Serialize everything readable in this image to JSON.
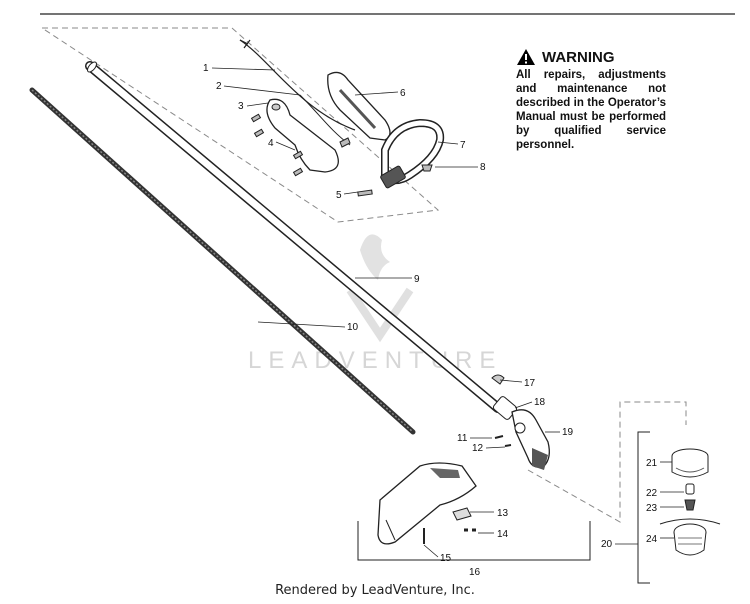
{
  "warning": {
    "title": "WARNING",
    "body": "All repairs, adjustments and maintenance not described in the Operator’s Manual must be performed by qualified service personnel."
  },
  "watermark": "LEADVENTURE",
  "footer": "Rendered by LeadVenture, Inc.",
  "callouts": [
    "1",
    "2",
    "3",
    "4",
    "5",
    "6",
    "7",
    "8",
    "9",
    "10",
    "11",
    "12",
    "13",
    "14",
    "15",
    "16",
    "17",
    "18",
    "19",
    "20",
    "21",
    "22",
    "23",
    "24"
  ],
  "colors": {
    "line": "#222222",
    "dash": "#8a8a8a",
    "watermark": "#d6d6d6"
  }
}
